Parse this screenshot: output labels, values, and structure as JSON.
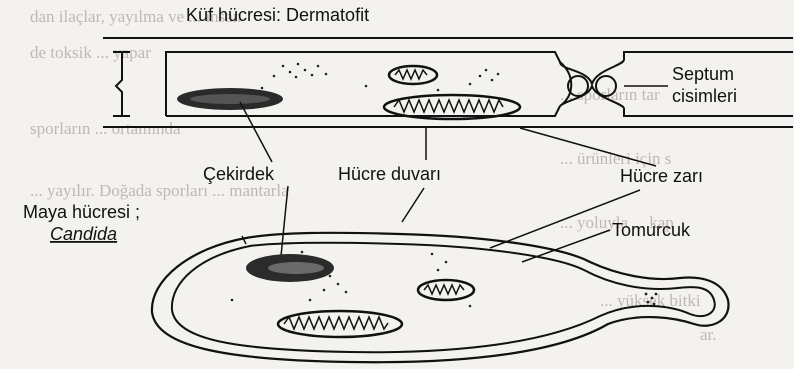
{
  "figure": {
    "title": "Küf hücresi: Dermatofit",
    "labels": {
      "septum_line1": "Septum",
      "septum_line2": "cisimleri",
      "nucleus": "Çekirdek",
      "cell_wall": "Hücre duvarı",
      "cell_membrane": "Hücre zarı",
      "yeast_line1": "Maya hücresi ;",
      "yeast_line2": "Candida",
      "bud": "Tomurcuk"
    }
  },
  "background_text": [
    "dan ilaçlar, yayılma ve ... insan",
    "de toksik ... yapar",
    "... sporların tar",
    "sporların ... ortamında",
    "... ürünleri için s",
    "... yayılır. Doğada sporları ... mantarla",
    "... yoluyla ... kap",
    "... yüksek bitki",
    "ar."
  ]
}
